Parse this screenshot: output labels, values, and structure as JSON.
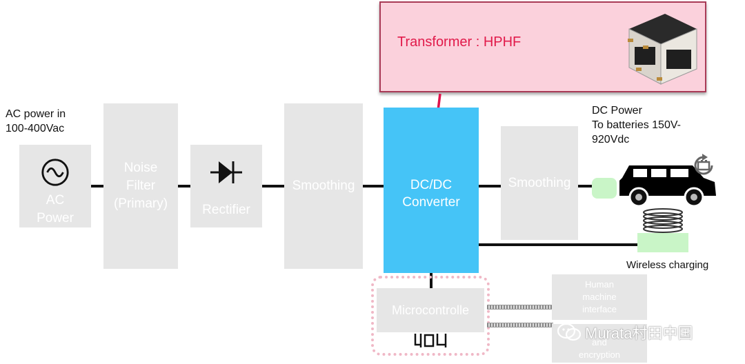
{
  "transformer": {
    "title": "Transformer : HPHF"
  },
  "ac_input": {
    "line1": "AC power in",
    "line2": "100-400Vac"
  },
  "blocks": {
    "ac_power": {
      "line1": "AC",
      "line2": "Power"
    },
    "noise_filter": {
      "line1": "Noise",
      "line2": "Filter",
      "line3": "(Primary)"
    },
    "rectifier": {
      "label": "Rectifier"
    },
    "smoothing1": {
      "label": "Smoothing"
    },
    "dcdc": {
      "line1": "DC/DC",
      "line2": "Converter"
    },
    "smoothing2": {
      "label": "Smoothing"
    },
    "microcontroller": {
      "label": "Microcontrolle"
    },
    "hmi": {
      "line1": "Human",
      "line2": "machine",
      "line3": "interface"
    },
    "security": {
      "line1": "and",
      "line2": "encryption"
    }
  },
  "dc_output": {
    "line1": "DC Power",
    "line2": "To batteries 150V-",
    "line3": "920Vdc"
  },
  "wireless": {
    "label": "Wireless charging"
  },
  "watermark": {
    "text": "Murata村田中国"
  },
  "colors": {
    "dcdc": "#45c4f7",
    "transformer_bg": "#fbd1dc",
    "transformer_text": "#e11a4a",
    "arrow": "#e0134a",
    "block": "#e6e6e6"
  }
}
